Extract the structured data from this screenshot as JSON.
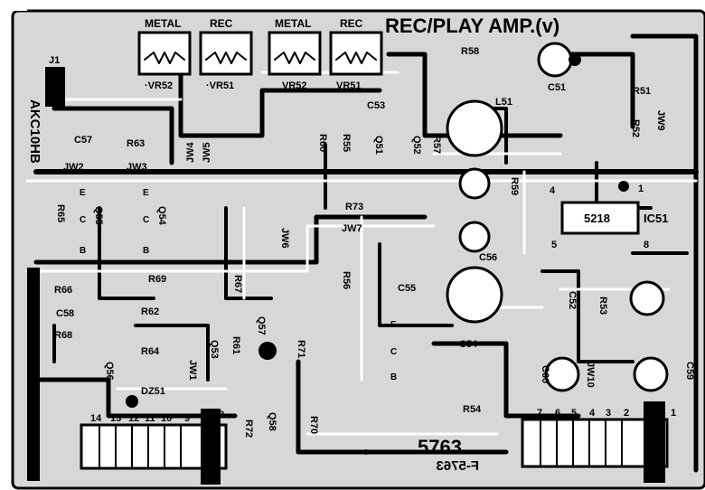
{
  "board": {
    "title": "REC/PLAY AMP.(v)",
    "part_number": "5763",
    "mirrored_part_number": "F-5763",
    "edge_code": "AKC10HB",
    "ic_label": "5218",
    "ic_ref": "IC51"
  },
  "trimmers": [
    {
      "head": "METAL",
      "ref": "·VR52"
    },
    {
      "head": "REC",
      "ref": "·VR51"
    },
    {
      "head": "METAL",
      "ref": "VR52"
    },
    {
      "head": "REC",
      "ref": "VR51"
    }
  ],
  "jumpers": [
    "J1",
    "JW2",
    "JW3",
    "JW4",
    "JW5",
    "JW6",
    "JW7",
    "JW9",
    "JW10",
    "JW1"
  ],
  "refs": {
    "resistors": [
      "R63",
      "R65",
      "R66",
      "R68",
      "R69",
      "R62",
      "R64",
      "R61",
      "R67",
      "R54",
      "R56",
      "R55",
      "R60",
      "R57",
      "R58",
      "R59",
      "R73",
      "R53",
      "R52",
      "R51",
      "R70",
      "R71",
      "R72"
    ],
    "capacitors": [
      "C57",
      "C56",
      "C58",
      "C55",
      "C53",
      "C54",
      "C52",
      "C51",
      "C59",
      "C60"
    ],
    "transistors": [
      "Q51",
      "Q52",
      "Q53",
      "Q54",
      "Q55",
      "Q56",
      "Q57",
      "Q58"
    ],
    "other": [
      "L51",
      "DZ51"
    ]
  },
  "connector_pins_left": [
    "14",
    "13",
    "12",
    "11",
    "10",
    "9",
    "8"
  ],
  "connector_pins_right": [
    "7",
    "6",
    "5",
    "4",
    "3",
    "2",
    "1"
  ],
  "ic_pins": [
    "1",
    "4",
    "5",
    "8"
  ],
  "pin_letters": [
    "E",
    "C",
    "B"
  ]
}
